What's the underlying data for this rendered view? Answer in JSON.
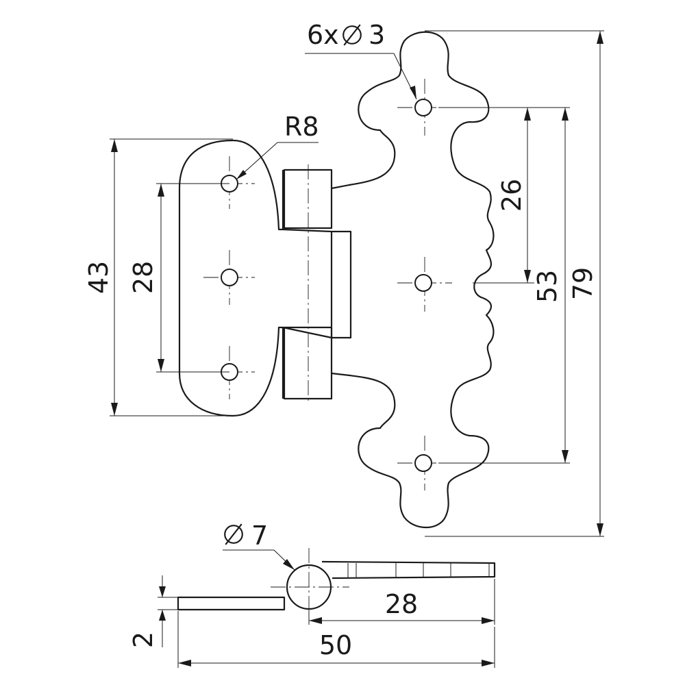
{
  "drawing": {
    "subject": "decorative butterfly hinge",
    "units": "mm"
  },
  "dimensions": {
    "holes": "6x",
    "hole_diameter": "3",
    "radius": "R8",
    "leaf_height": "43",
    "hole_spacing_left": "28",
    "hole_spacing_right_small": "26",
    "hole_spacing_right_large": "53",
    "overall_height": "79",
    "pin_diameter": "7",
    "leaf_width_right": "28",
    "overall_width": "50",
    "thickness": "2"
  },
  "colors": {
    "line": "#1a1a1a",
    "background": "#ffffff"
  }
}
